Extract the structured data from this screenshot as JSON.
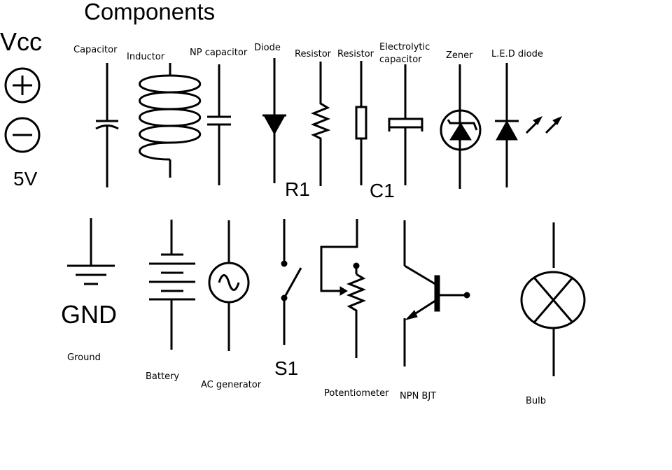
{
  "title": "Components",
  "power": {
    "vcc": "Vcc",
    "voltage": "5V"
  },
  "labels": {
    "capacitor": "Capacitor",
    "inductor": "Inductor",
    "np_capacitor": "NP capacitor",
    "diode": "Diode",
    "resistor_1": "Resistor",
    "resistor_2": "Resistor",
    "electrolytic_1": "Electrolytic",
    "electrolytic_2": "capacitor",
    "zener": "Zener",
    "led": "L.E.D diode",
    "ground": "Ground",
    "battery": "Battery",
    "ac_generator": "AC generator",
    "potentiometer": "Potentiometer",
    "npn_bjt": "NPN BJT",
    "bulb": "Bulb"
  },
  "designators": {
    "r1": "R1",
    "c1": "C1",
    "gnd": "GND",
    "s1": "S1"
  }
}
